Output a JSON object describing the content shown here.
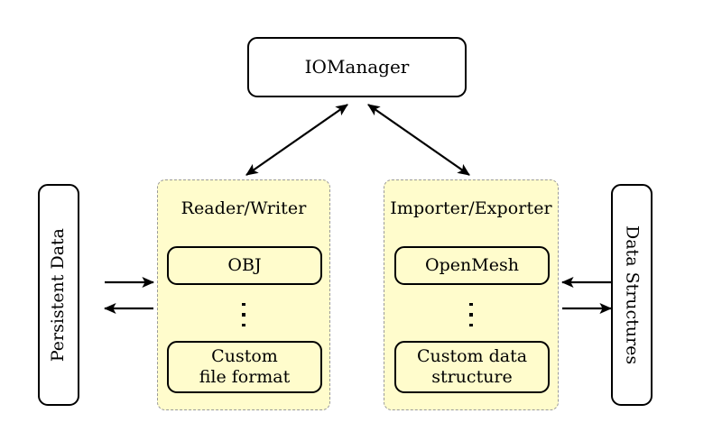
{
  "diagram": {
    "title_node": {
      "label": "IOManager"
    },
    "left_source": {
      "label": "Persistent Data"
    },
    "right_source": {
      "label": "Data Structures"
    },
    "groups": [
      {
        "name": "reader-writer",
        "title": "Reader/Writer",
        "items": [
          {
            "label": "OBJ"
          },
          {
            "label": "Custom\nfile format"
          }
        ],
        "ellipsis": "⋮"
      },
      {
        "name": "importer-exporter",
        "title": "Importer/Exporter",
        "items": [
          {
            "label": "OpenMesh"
          },
          {
            "label": "Custom data\nstructure"
          }
        ],
        "ellipsis": "⋮"
      }
    ],
    "connections": [
      {
        "name": "iomanager-readerwriter",
        "from": "IOManager",
        "to": "Reader/Writer",
        "style": "double-headed"
      },
      {
        "name": "iomanager-importerexporter",
        "from": "IOManager",
        "to": "Importer/Exporter",
        "style": "double-headed"
      },
      {
        "name": "persistentdata-to-readerwriter",
        "from": "Persistent Data",
        "to": "Reader/Writer",
        "style": "single-headed"
      },
      {
        "name": "readerwriter-to-persistentdata",
        "from": "Reader/Writer",
        "to": "Persistent Data",
        "style": "single-headed"
      },
      {
        "name": "importerexporter-to-datastructures",
        "from": "Importer/Exporter",
        "to": "Data Structures",
        "style": "single-headed"
      },
      {
        "name": "datastructures-to-importerexporter",
        "from": "Data Structures",
        "to": "Importer/Exporter",
        "style": "single-headed"
      }
    ],
    "colors": {
      "group_fill": "#fffccc",
      "group_border": "#9a9a9a",
      "node_border": "#000000",
      "node_fill": "#ffffff",
      "background": "#ffffff"
    }
  }
}
